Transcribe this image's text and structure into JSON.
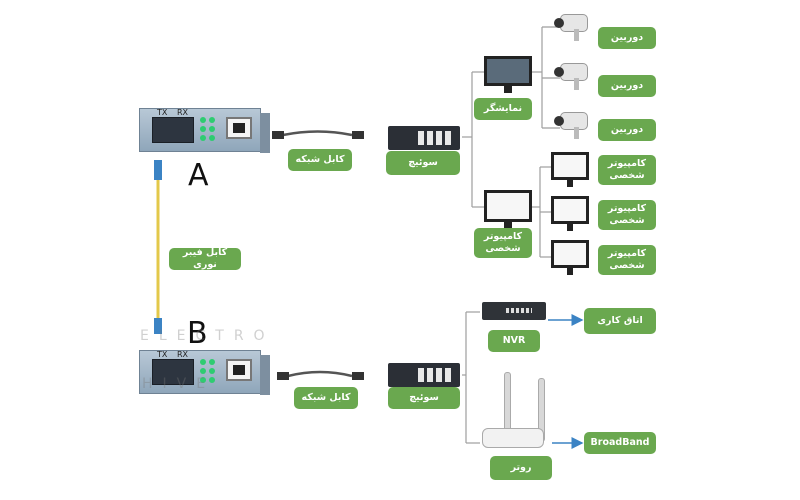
{
  "labels": {
    "camera_1": "دوربین",
    "camera_2": "دوربین",
    "camera_3": "دوربین",
    "monitor": "نمایشگر",
    "network_cable_top": "کابل شبکه",
    "switch_top": "سوئیچ",
    "pc_right_1": "کامپیوتر شخصی",
    "pc_right_2": "کامپیوتر شخصی",
    "pc_right_3": "کامپیوتر شخصی",
    "pc_hub": "کامپیوتر شخصی",
    "fiber_cable": "کابل فیبر نوری",
    "nvr": "NVR",
    "control_room": "اتاق کاری",
    "network_cable_bottom": "کابل شبکه",
    "switch_bottom": "سوئیچ",
    "router": "روتر",
    "broadband": "BroadBand"
  },
  "letters": {
    "a": "A",
    "b": "B"
  },
  "converter": {
    "tx": "TX",
    "rx": "RX"
  },
  "watermark": {
    "top": "ELECTRO",
    "bottom": "HIVE"
  },
  "colors": {
    "label_green": "#6aa84f",
    "line_gray": "#9e9e9e",
    "arrow_blue": "#3b83c4",
    "fiber_yellow": "#e3c84a"
  }
}
